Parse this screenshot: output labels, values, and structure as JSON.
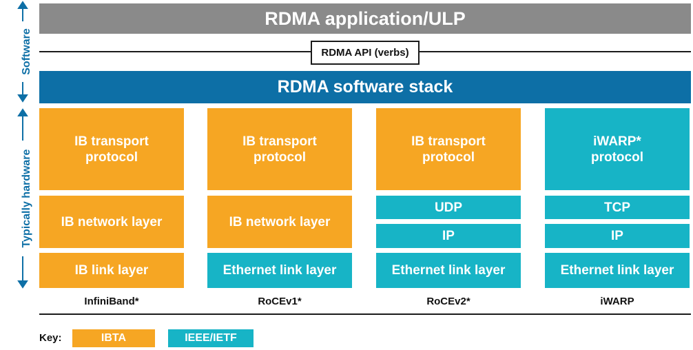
{
  "side_labels": {
    "software": "Software",
    "hardware": "Typically hardware"
  },
  "top": {
    "application": "RDMA application/ULP",
    "api": "RDMA API (verbs)",
    "stack": "RDMA software stack"
  },
  "columns": [
    {
      "name": "InfiniBand*",
      "transport": [
        "IB transport",
        "protocol"
      ],
      "network": "IB network layer",
      "link": "IB link layer"
    },
    {
      "name": "RoCEv1*",
      "transport": [
        "IB transport",
        "protocol"
      ],
      "network": "IB network layer",
      "link": "Ethernet link layer"
    },
    {
      "name": "RoCEv2*",
      "transport": [
        "IB transport",
        "protocol"
      ],
      "upper": "UDP",
      "lower": "IP",
      "link": "Ethernet link layer"
    },
    {
      "name": "iWARP",
      "transport": [
        "iWARP*",
        "protocol"
      ],
      "upper": "TCP",
      "lower": "IP",
      "link": "Ethernet link layer"
    }
  ],
  "key": {
    "label": "Key:",
    "orange": "IBTA",
    "teal": "IEEE/IETF"
  },
  "colors": {
    "orange": "#f6a623",
    "teal": "#17b4c6",
    "blue": "#0d6fa6",
    "gray": "#8a8a8a"
  }
}
